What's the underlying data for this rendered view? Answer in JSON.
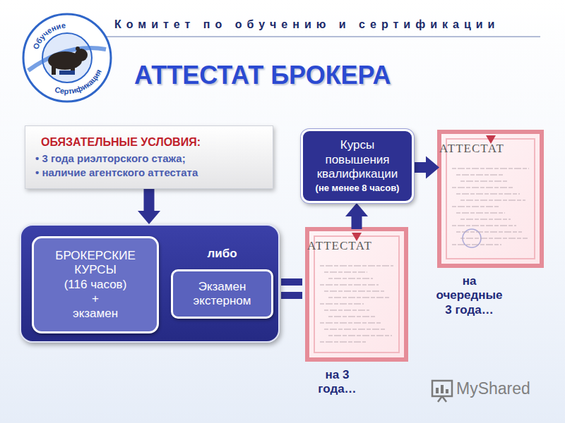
{
  "diagram": {
    "title": "АТТЕСТАТ БРОКЕРА",
    "nodes": [
      {
        "text": [
          "ОБЯЗАТЕЛЬНЫЕ УСЛОВИЯ:",
          "• 3 года риэлторского стажа;",
          "• наличие агентского аттестата"
        ]
      },
      {
        "text": [
          "Курсы повышения квалификации",
          "(не менее 8 часов)"
        ]
      },
      {
        "text": [
          "АТТЕСТАТ",
          "на очередные 3 года…"
        ]
      },
      {
        "text": [
          "либо"
        ]
      },
      {
        "text": [
          "БРОКЕРСКИЕ КУРСЫ",
          "(116 часов)",
          "+",
          "экзамен"
        ],
        "in": 3
      },
      {
        "text": [
          "Экзамен экстерном"
        ],
        "in": 3
      },
      {
        "text": [
          "АТТЕСТАТ",
          "на 3 года…"
        ]
      }
    ],
    "edges": [
      {
        "from": 0,
        "to": 3,
        "arrow": "to"
      },
      {
        "from": 6,
        "to": 1,
        "arrow": "to"
      },
      {
        "from": 1,
        "to": 2,
        "arrow": "to"
      }
    ],
    "labels": [
      "Комитет по обучению и сертификации",
      "Обучение",
      "Сертификация",
      "MyShared"
    ]
  }
}
